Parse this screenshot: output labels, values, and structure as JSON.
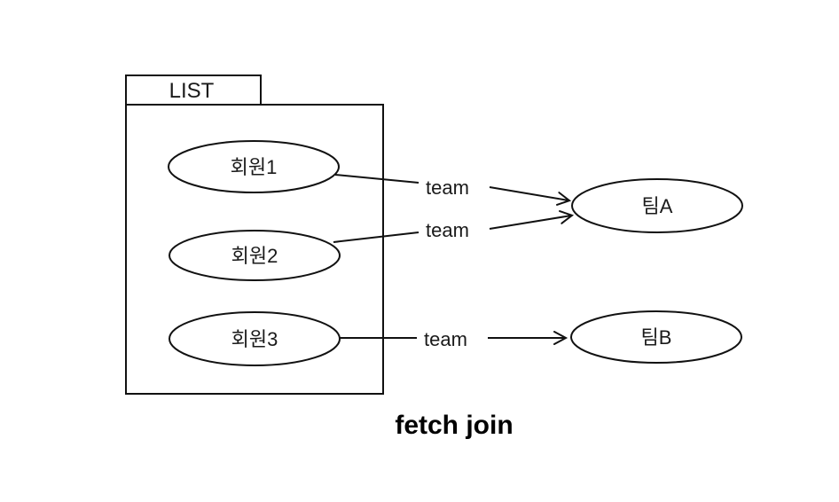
{
  "diagram": {
    "caption": "fetch join",
    "container": {
      "label": "LIST"
    },
    "members": [
      {
        "label": "회원1"
      },
      {
        "label": "회원2"
      },
      {
        "label": "회원3"
      }
    ],
    "teams": [
      {
        "label": "팀A"
      },
      {
        "label": "팀B"
      }
    ],
    "edges": [
      {
        "from": "회원1",
        "to": "팀A",
        "label": "team"
      },
      {
        "from": "회원2",
        "to": "팀A",
        "label": "team"
      },
      {
        "from": "회원3",
        "to": "팀B",
        "label": "team"
      }
    ],
    "colors": {
      "stroke": "#111111",
      "background": "#ffffff"
    }
  }
}
